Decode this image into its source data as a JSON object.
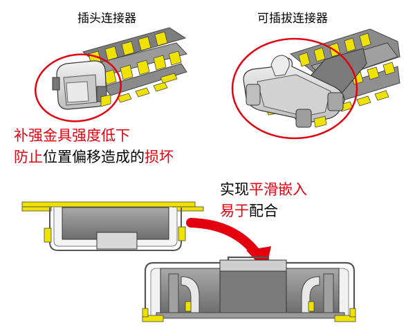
{
  "titles": {
    "plug_connector": "插头连接器",
    "pluggable_connector": "可插拔连接器"
  },
  "left_caption": {
    "line1_red": "补强金具强度低下",
    "line2_red_a": "防止",
    "line2_black": "位置偏移造成的",
    "line2_red_b": "损坏"
  },
  "right_caption": {
    "line1_black": "实现",
    "line1_red": "平滑嵌入",
    "line2_red": "易于",
    "line2_black": "配合"
  },
  "colors": {
    "highlight_red": "#e3000f",
    "terminal_yellow": "#f0e200",
    "housing_gray": "#8f8f8f",
    "metal_light": "#e6e6e6"
  }
}
